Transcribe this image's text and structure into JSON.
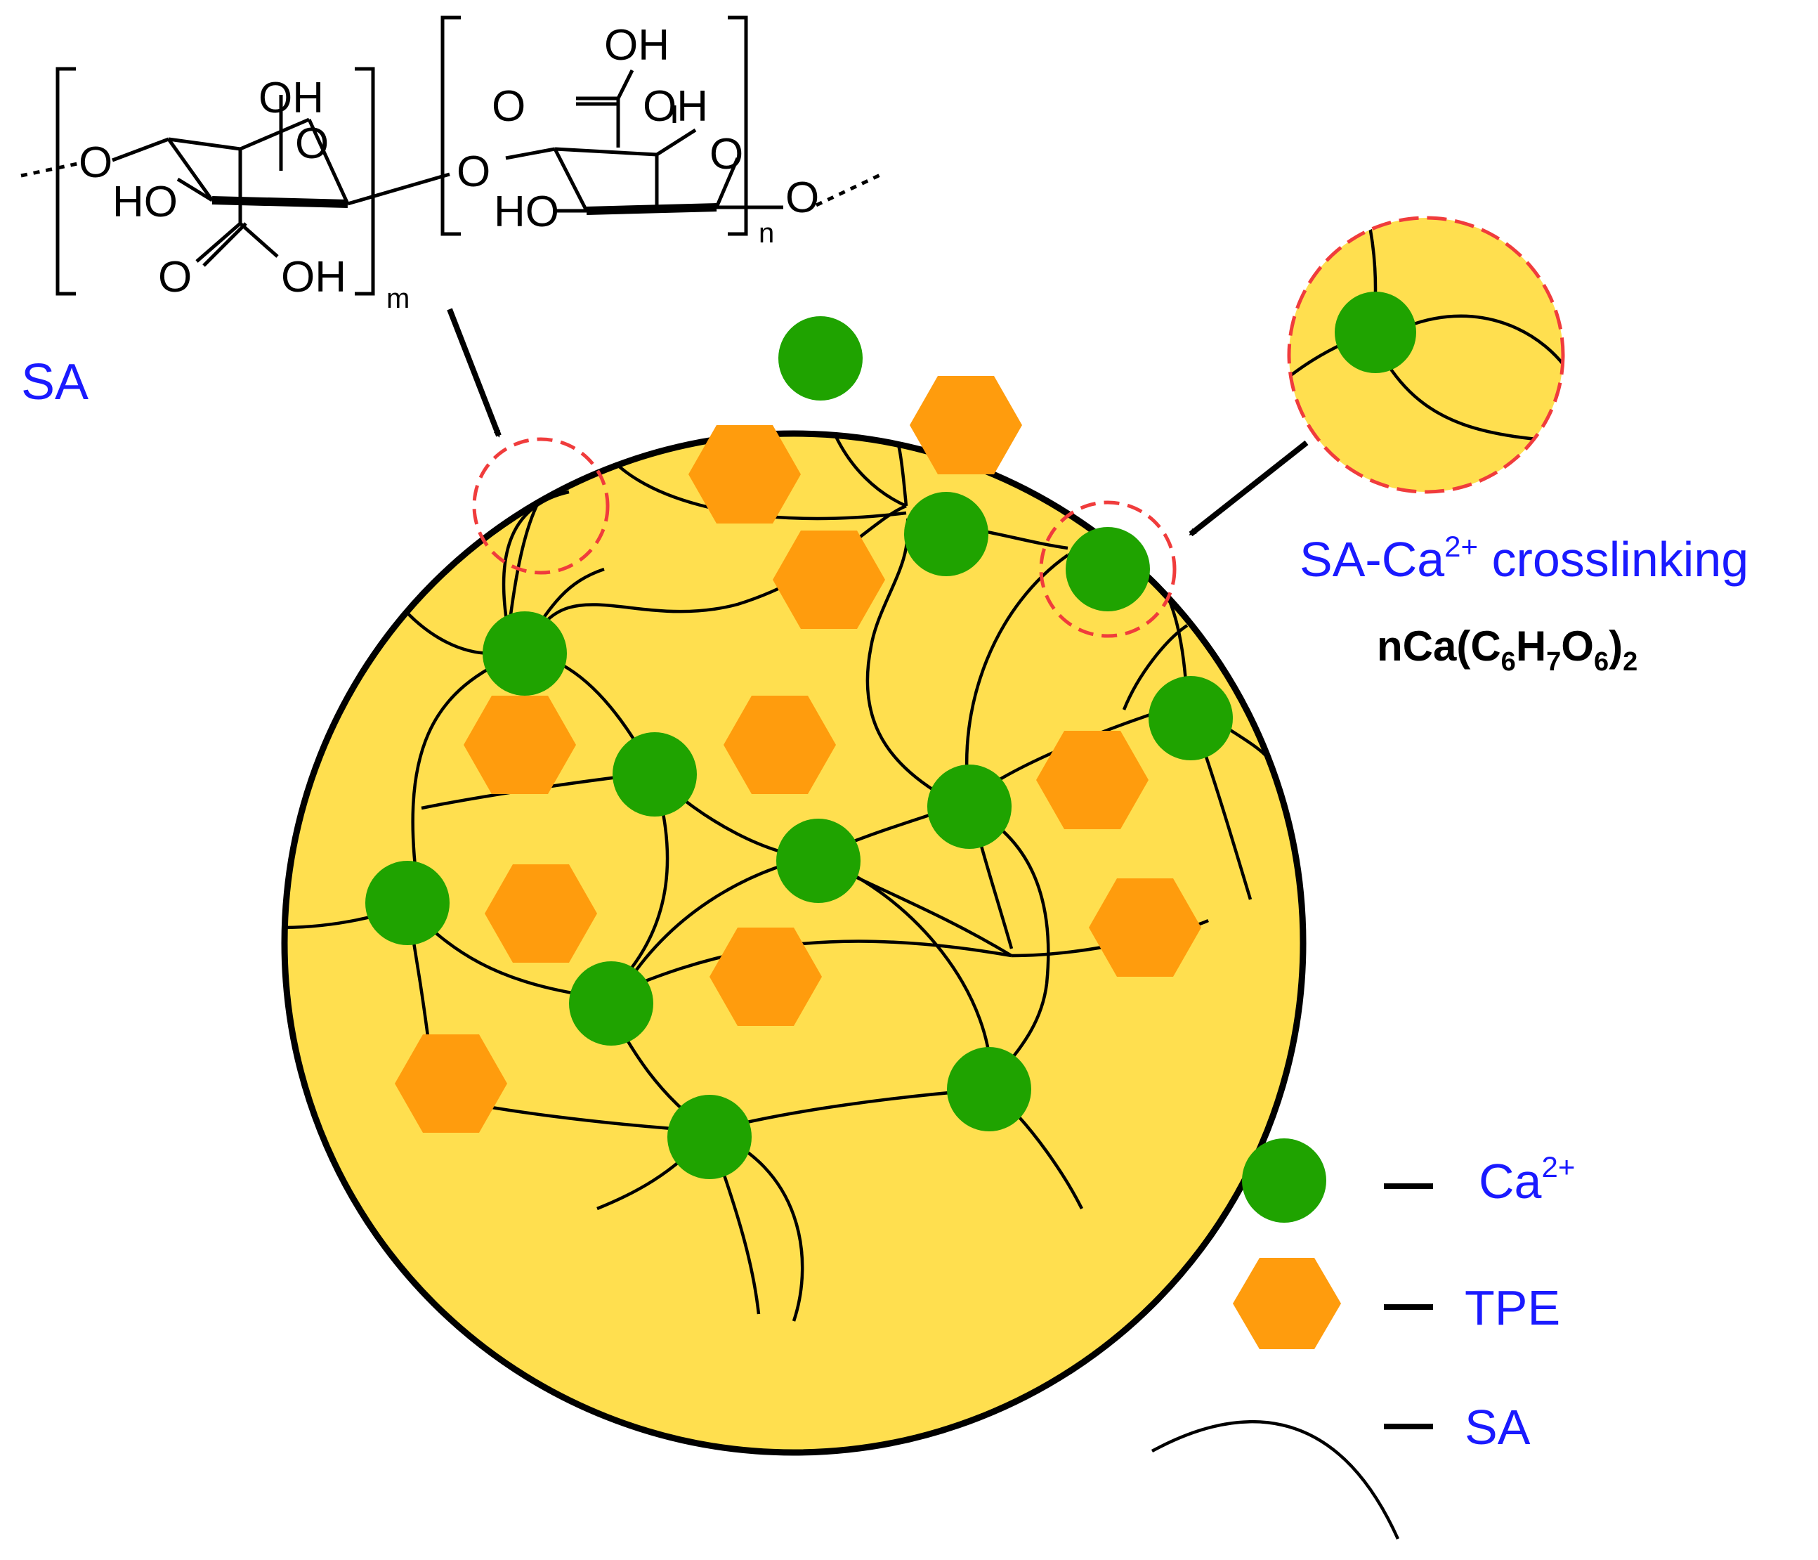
{
  "colors": {
    "matrix_fill": "#ffdf4f",
    "calcium": "#1fa300",
    "tpe": "#ff9c0d",
    "chain": "#000000",
    "highlight": "#f03c3c",
    "label_blue": "#1a1aff"
  },
  "structure": {
    "atom_oh": "OH",
    "atom_o": "O",
    "atom_ho": "HO",
    "sub_m": "m",
    "sub_n": "n",
    "label": "SA"
  },
  "crosslink": {
    "label_prefix": "SA-Ca",
    "label_sup": "2+",
    "label_suffix": " crosslinking",
    "formula_prefix": "nCa(C",
    "formula_sub1": "6",
    "formula_mid1": "H",
    "formula_sub2": "7",
    "formula_mid2": "O",
    "formula_sub3": "6",
    "formula_end": ")",
    "formula_sub4": "2"
  },
  "legend": {
    "calcium_label": "Ca",
    "calcium_sup": "2+",
    "calcium_dash": "–",
    "tpe_label": "TPE",
    "tpe_dash": "–",
    "sa_label": "SA",
    "sa_dash": "–"
  }
}
